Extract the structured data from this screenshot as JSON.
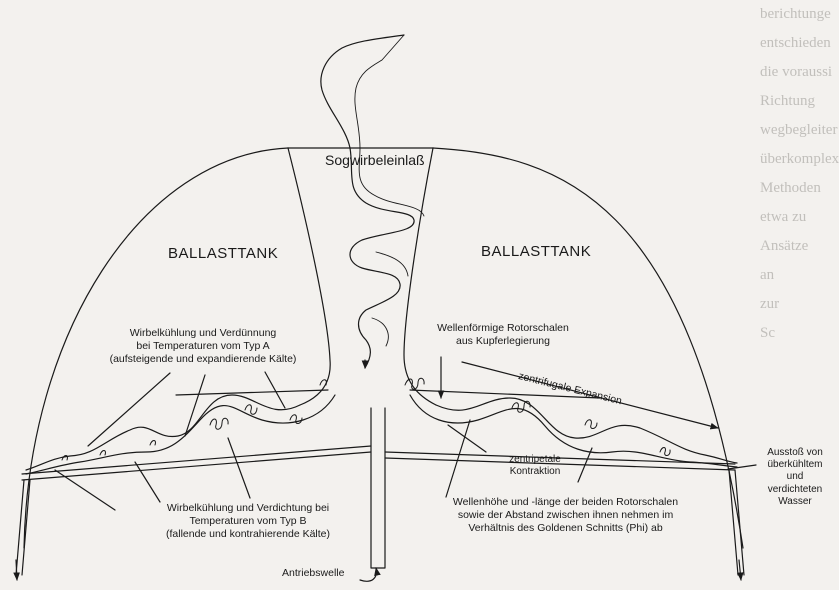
{
  "background_text_lines": [
    "berichtunge",
    "entschieden",
    "die voraussi",
    "Richtung",
    "wegbegleiter",
    "überkomplexe",
    "Methoden",
    "etwa zu",
    "Ansätze",
    "an",
    "zur",
    "Sc"
  ],
  "labels": {
    "inlet": "Sogwirbeleinlaß",
    "left_tank": "BALLASTTANK",
    "right_tank": "BALLASTTANK",
    "cooling_a": [
      "Wirbelkühlung und Verdünnung",
      "bei Temperaturen vom Typ A",
      "(aufsteigende und expandierende Kälte)"
    ],
    "rotor_shells": [
      "Wellenförmige Rotorschalen",
      "aus Kupferlegierung"
    ],
    "centrifugal": "zentrifugale Expansion",
    "centripetal": [
      "zentripetale",
      "Kontraktion"
    ],
    "cooling_b": [
      "Wirbelkühlung und Verdichtung bei",
      "Temperaturen vom Typ B",
      "(fallende und kontrahierende Kälte)"
    ],
    "wave_ratio": [
      "Wellenhöhe und -länge der beiden Rotorschalen",
      "sowie der Abstand zwischen ihnen nehmen im",
      "Verhältnis des Goldenen Schnitts (Phi) ab"
    ],
    "outlet": [
      "Ausstoß von",
      "überkühltem",
      "und",
      "verdichteten",
      "Wasser"
    ],
    "shaft": "Antriebswelle"
  }
}
